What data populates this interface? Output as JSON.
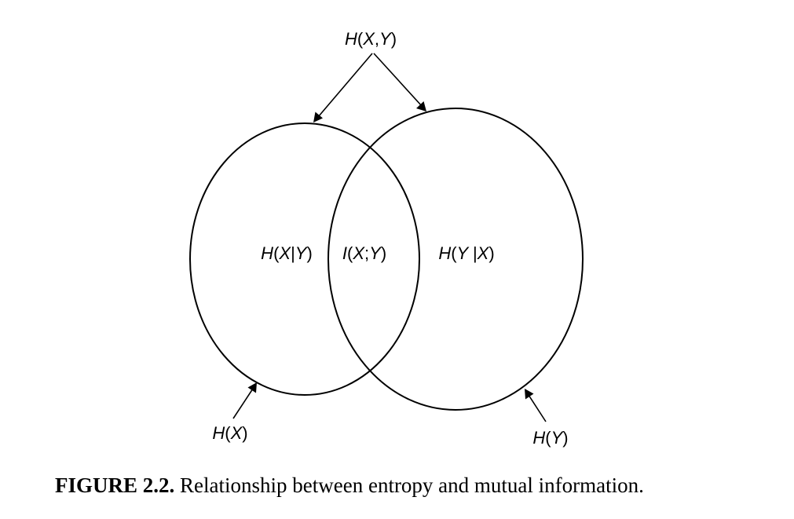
{
  "labels": {
    "joint_entropy": {
      "fn": "H",
      "args": [
        "X",
        "Y"
      ],
      "sep": ","
    },
    "cond_x_given_y": {
      "fn": "H",
      "args": [
        "X",
        "Y"
      ],
      "sep": "|"
    },
    "mutual_info": {
      "fn": "I",
      "args": [
        "X",
        "Y"
      ],
      "sep": ";"
    },
    "cond_y_given_x": {
      "fn": "H",
      "args": [
        "Y ",
        "X"
      ],
      "sep": "|"
    },
    "entropy_x": {
      "fn": "H",
      "args": [
        "X"
      ],
      "sep": ""
    },
    "entropy_y": {
      "fn": "H",
      "args": [
        "Y"
      ],
      "sep": ""
    }
  },
  "caption": {
    "number": "FIGURE 2.2.",
    "text": "Relationship between entropy and mutual information."
  },
  "colors": {
    "stroke": "#000000",
    "background": "#ffffff"
  }
}
